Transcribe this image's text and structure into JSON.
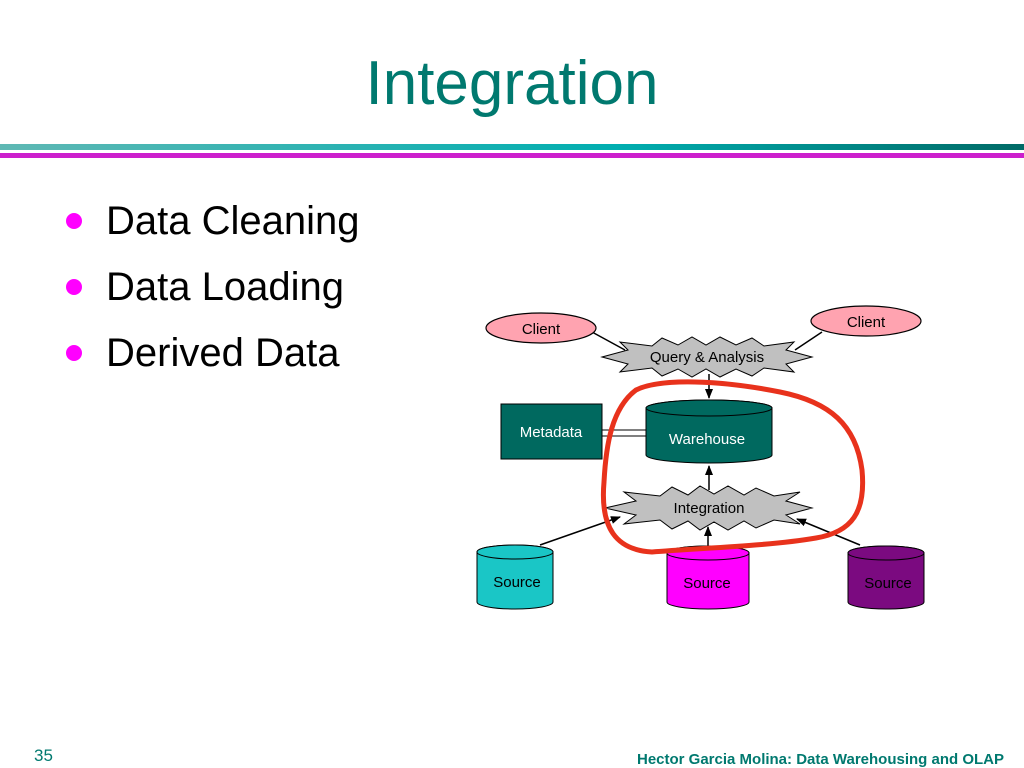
{
  "slide": {
    "title": "Integration",
    "page_number": "35",
    "footer": "Hector Garcia Molina: Data Warehousing and OLAP"
  },
  "bullets": [
    "Data Cleaning",
    "Data Loading",
    "Derived Data"
  ],
  "diagram": {
    "client_left": "Client",
    "client_right": "Client",
    "query_analysis": "Query & Analysis",
    "metadata": "Metadata",
    "warehouse": "Warehouse",
    "integration": "Integration",
    "source_left": "Source",
    "source_middle": "Source",
    "source_right": "Source"
  },
  "colors": {
    "title": "#00796f",
    "bullet": "#ff00ff",
    "client": "#ffa3b0",
    "warehouse": "#00695f",
    "metadata": "#00695f",
    "burst": "#c0c0c0",
    "source_left": "#1ac6c6",
    "source_middle": "#ff00ff",
    "source_right": "#7b0a80",
    "highlight": "#e8321c"
  }
}
